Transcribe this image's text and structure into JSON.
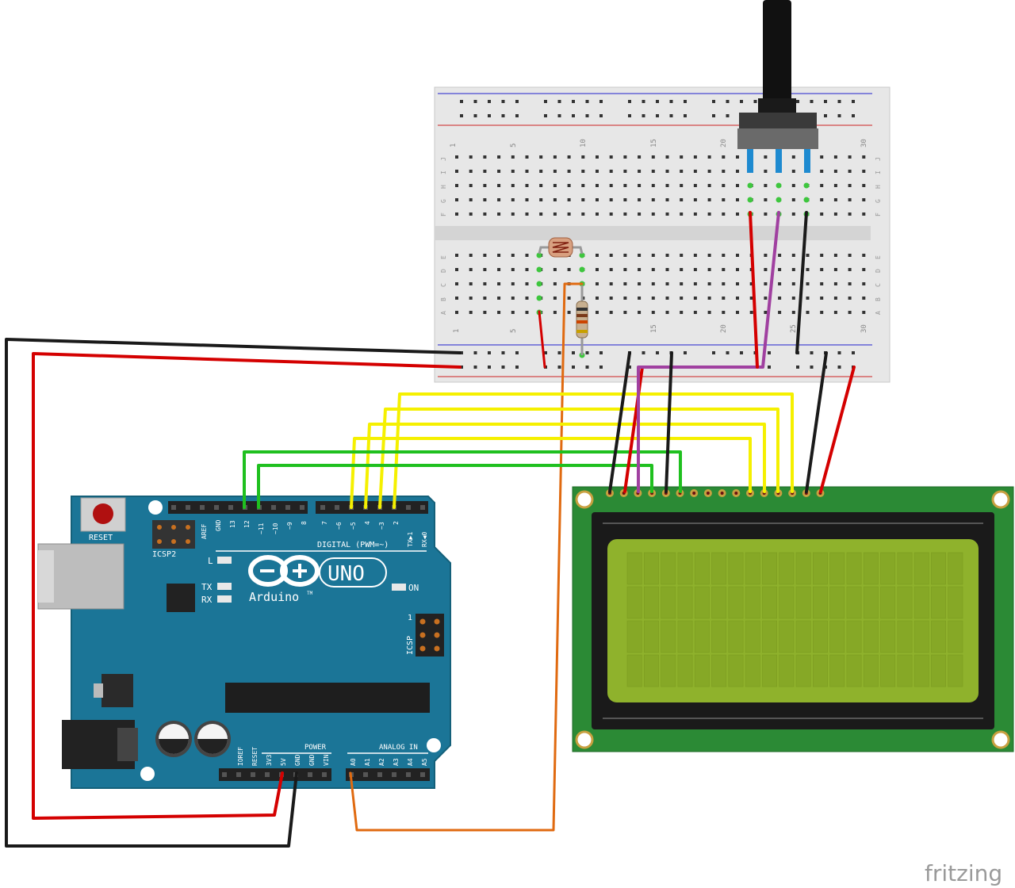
{
  "arduino": {
    "reset_label": "RESET",
    "icsp2_label": "ICSP2",
    "icsp_label": "ICSP",
    "brand": "Arduino",
    "model": "UNO",
    "tm": "TM",
    "on_label": "ON",
    "l_label": "L",
    "tx_label": "TX",
    "rx_label": "RX",
    "icsp_pin1": "1",
    "digital_label": "DIGITAL (PWM=~)",
    "power_label": "POWER",
    "analog_label": "ANALOG IN",
    "digital_pins_left": [
      "AREF",
      "GND",
      "13",
      "12",
      "~11",
      "~10",
      "~9",
      "8"
    ],
    "digital_pins_right": [
      "7",
      "~6",
      "~5",
      "4",
      "~3",
      "2",
      "TX▶1",
      "RX◀0"
    ],
    "power_pins": [
      "IOREF",
      "RESET",
      "3V3",
      "5V",
      "GND",
      "GND",
      "VIN"
    ],
    "analog_pins": [
      "A0",
      "A1",
      "A2",
      "A3",
      "A4",
      "A5"
    ]
  },
  "breadboard": {
    "column_numbers": [
      "1",
      "5",
      "10",
      "15",
      "20",
      "25",
      "30"
    ],
    "rows_top": [
      "J",
      "I",
      "H",
      "G",
      "F"
    ],
    "rows_bottom": [
      "E",
      "D",
      "C",
      "B",
      "A"
    ]
  },
  "watermark": "fritzing",
  "colors": {
    "arduino_board": "#1b7597",
    "lcd_pcb": "#2b8a35",
    "lcd_screen": "#8fb22c",
    "breadboard": "#e6e6e6",
    "wire_red": "#d40000",
    "wire_black": "#1a1a1a",
    "wire_yellow": "#f5f000",
    "wire_green": "#1fc01f",
    "wire_purple": "#a040a0",
    "wire_orange": "#e06a10"
  }
}
